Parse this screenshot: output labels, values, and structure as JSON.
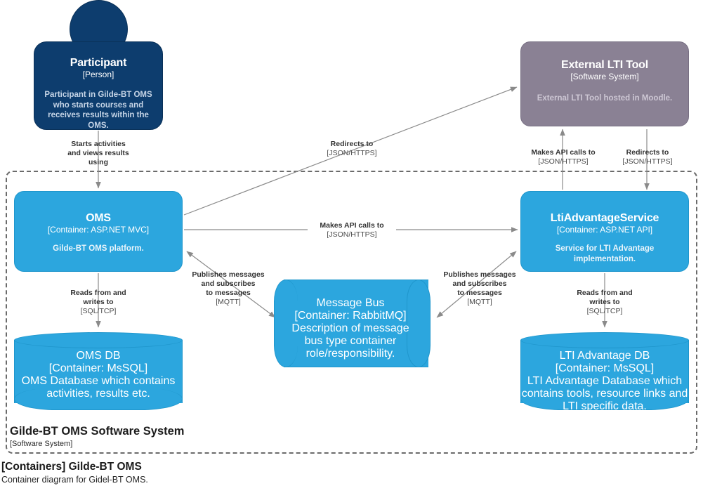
{
  "diagram": {
    "caption_title": "[Containers] Gilde-BT OMS",
    "caption_subtitle": "Container diagram for Gidel-BT OMS."
  },
  "boundary": {
    "title": "Gilde-BT OMS Software System",
    "type": "[Software System]"
  },
  "nodes": {
    "participant": {
      "title": "Participant",
      "type": "[Person]",
      "description": "Participant in Gilde-BT OMS who starts courses and receives results within the OMS.",
      "color": "#0d3d6e",
      "shape": "person"
    },
    "external_lti_tool": {
      "title": "External LTI Tool",
      "type": "[Software System]",
      "description": "External LTI Tool hosted in Moodle.",
      "color": "#8a8194",
      "shape": "rounded-box"
    },
    "oms": {
      "title": "OMS",
      "type": "[Container: ASP.NET MVC]",
      "description": "Gilde-BT OMS platform.",
      "color": "#2ca6de",
      "shape": "rounded-box"
    },
    "lti_advantage_service": {
      "title": "LtiAdvantageService",
      "type": "[Container: ASP.NET API]",
      "description": "Service for LTI Advantage implementation.",
      "color": "#2ca6de",
      "shape": "rounded-box"
    },
    "oms_db": {
      "title": "OMS DB",
      "type": "[Container: MsSQL]",
      "description": "OMS Database which contains activities, results etc.",
      "color": "#2ca6de",
      "shape": "cylinder"
    },
    "lti_advantage_db": {
      "title": "LTI Advantage DB",
      "type": "[Container: MsSQL]",
      "description": "LTI Advantage Database which contains tools, resource links and LTI specific data.",
      "color": "#2ca6de",
      "shape": "cylinder"
    },
    "message_bus": {
      "title": "Message Bus",
      "type": "[Container: RabbitMQ]",
      "description": "Description of message bus type container role/responsibility.",
      "color": "#2ca6de",
      "shape": "queue"
    }
  },
  "edges": {
    "participant_to_oms": {
      "main": "Starts activities\nand views results\nusing",
      "line1": "Starts activities",
      "line2": "and views results",
      "line3": "using",
      "tech": ""
    },
    "oms_to_external_lti": {
      "main": "Redirects to",
      "tech": "[JSON/HTTPS]"
    },
    "lti_service_to_external_api": {
      "main": "Makes API calls to",
      "tech": "[JSON/HTTPS]"
    },
    "lti_service_to_external_redirect": {
      "main": "Redirects to",
      "tech": "[JSON/HTTPS]"
    },
    "oms_to_lti_service": {
      "main": "Makes API calls to",
      "tech": "[JSON/HTTPS]"
    },
    "oms_to_oms_db": {
      "line1": "Reads from and",
      "line2": "writes to",
      "tech": "[SQL/TCP]"
    },
    "lti_service_to_lti_db": {
      "line1": "Reads from and",
      "line2": "writes to",
      "tech": "[SQL/TCP]"
    },
    "oms_to_message_bus": {
      "line1": "Publishes messages",
      "line2": "and subscribes",
      "line3": "to messages",
      "tech": "[MQTT]"
    },
    "lti_service_to_message_bus": {
      "line1": "Publishes messages",
      "line2": "and subscribes",
      "line3": "to messages",
      "tech": "[MQTT]"
    }
  },
  "style": {
    "edge_color": "#8a8a8a",
    "boundary_color": "#6b6b6b",
    "background": "#ffffff"
  }
}
